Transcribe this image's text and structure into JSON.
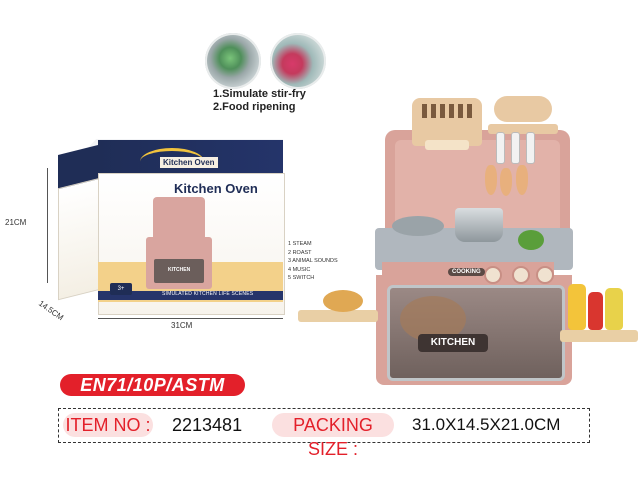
{
  "features": {
    "line1": "1.Simulate stir-fry",
    "line2": "2.Food ripening"
  },
  "box": {
    "small_title": "Kitchen Oven",
    "title": "Kitchen Oven",
    "age_badge": "3+",
    "strip_text": "SIMULATED KITCHEN LIFE SCENES",
    "toy_label": "KITCHEN"
  },
  "dimensions": {
    "height": "21CM",
    "depth": "14.5CM",
    "width": "31CM"
  },
  "toy": {
    "panel_text": "COOKING",
    "oven_label": "KITCHEN",
    "feature_list": [
      "1 STEAM",
      "2 ROAST",
      "3 ANIMAL SOUNDS",
      "4 MUSIC",
      "5 SWITCH"
    ]
  },
  "certification": "EN71/10P/ASTM",
  "info": {
    "item_label": "ITEM NO :",
    "item_value": "2213481",
    "packing_label": "PACKING SIZE :",
    "packing_value": "31.0X14.5X21.0CM"
  },
  "colors": {
    "accent_red": "#e3202a",
    "box_navy": "#1f2d56",
    "toy_pink": "#d9a39a"
  }
}
